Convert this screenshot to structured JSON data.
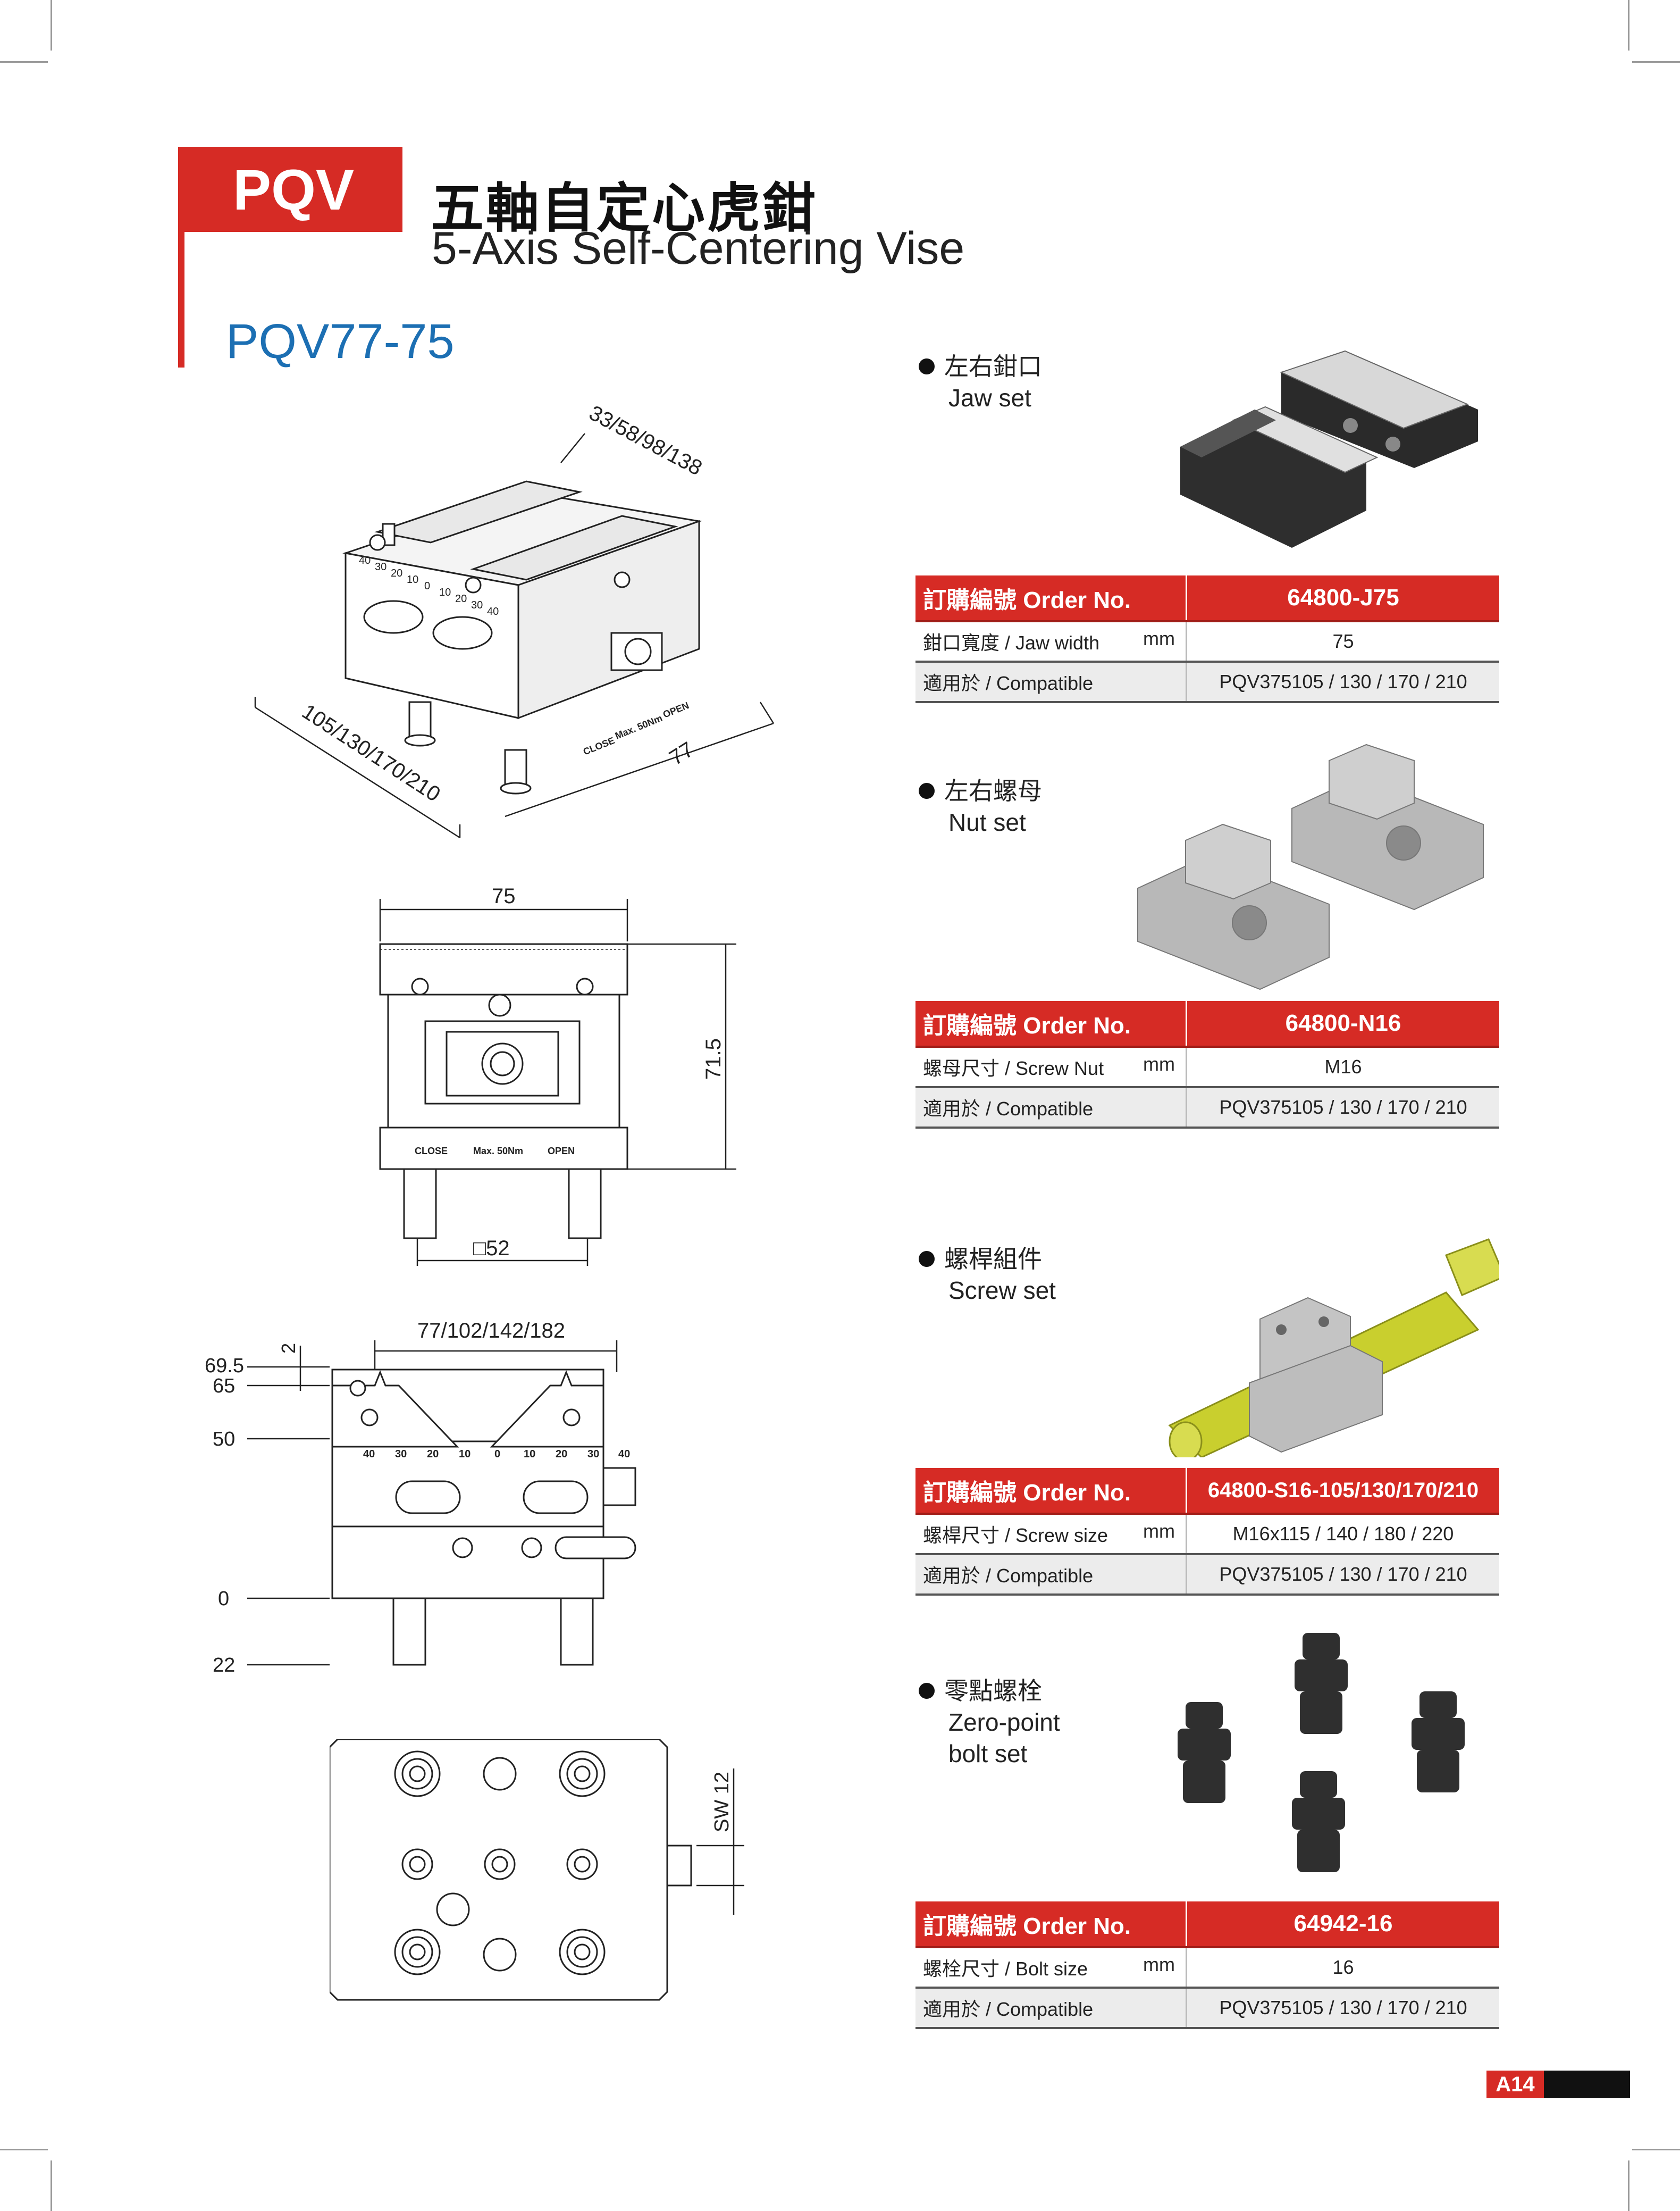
{
  "header": {
    "series": "PQV",
    "title_cn": "五軸自定心虎鉗",
    "title_en": "5-Axis Self-Centering Vise",
    "model": "PQV77-75"
  },
  "drawings": {
    "iso": {
      "top_dim": "33/58/98/138",
      "length_dim": "105/130/170/210",
      "height_dim": "77",
      "scale_marks": [
        "40",
        "30",
        "20",
        "10",
        "0",
        "10",
        "20",
        "30",
        "40"
      ],
      "text_close": "CLOSE",
      "text_open": "OPEN",
      "text_torque": "Max. 50Nm"
    },
    "front": {
      "width_dim": "75",
      "height_dim": "71.5",
      "bolt_dim": "□52",
      "text_close": "CLOSE",
      "text_torque": "Max. 50Nm",
      "text_open": "OPEN"
    },
    "side": {
      "top_dim": "77/102/142/182",
      "small_dim": "2",
      "levels": [
        "69.5",
        "65",
        "50",
        "0",
        "22"
      ],
      "scale_marks": [
        "40",
        "30",
        "20",
        "10",
        "0",
        "10",
        "20",
        "30",
        "40"
      ]
    },
    "bottom": {
      "sw_dim": "SW 12"
    }
  },
  "accessories": [
    {
      "name_cn": "左右鉗口",
      "name_en": "Jaw set",
      "table": {
        "header_label": "訂購編號 Order No.",
        "code": "64800-J75",
        "rows": [
          {
            "label_cn": "鉗口寬度",
            "label_en": " / Jaw width",
            "unit": "mm",
            "value": "75"
          },
          {
            "label_cn": "適用於",
            "label_en": " / Compatible",
            "unit": "",
            "value": "PQV375105 / 130 / 170 / 210"
          }
        ]
      }
    },
    {
      "name_cn": "左右螺母",
      "name_en": "Nut set",
      "table": {
        "header_label": "訂購編號 Order No.",
        "code": "64800-N16",
        "rows": [
          {
            "label_cn": "螺母尺寸",
            "label_en": " / Screw Nut",
            "unit": "mm",
            "value": "M16"
          },
          {
            "label_cn": "適用於",
            "label_en": " / Compatible",
            "unit": "",
            "value": "PQV375105 / 130 / 170 / 210"
          }
        ]
      }
    },
    {
      "name_cn": "螺桿組件",
      "name_en": "Screw set",
      "table": {
        "header_label": "訂購編號 Order No.",
        "code": "64800-S16-105/130/170/210",
        "rows": [
          {
            "label_cn": "螺桿尺寸",
            "label_en": " / Screw size",
            "unit": "mm",
            "value": "M16x115 / 140 / 180 / 220"
          },
          {
            "label_cn": "適用於",
            "label_en": " / Compatible",
            "unit": "",
            "value": "PQV375105 / 130 / 170 / 210"
          }
        ]
      }
    },
    {
      "name_cn": "零點螺栓",
      "name_en": "Zero-point",
      "name_en2": "bolt set",
      "table": {
        "header_label": "訂購編號 Order No.",
        "code": "64942-16",
        "rows": [
          {
            "label_cn": "螺栓尺寸",
            "label_en": " / Bolt size",
            "unit": "mm",
            "value": "16"
          },
          {
            "label_cn": "適用於",
            "label_en": " / Compatible",
            "unit": "",
            "value": "PQV375105 / 130 / 170 / 210"
          }
        ]
      }
    }
  ],
  "page_number": "A14",
  "colors": {
    "accent_red": "#d62b25",
    "model_blue": "#1c6fb3",
    "screw_yellow": "#c9cf2e"
  }
}
